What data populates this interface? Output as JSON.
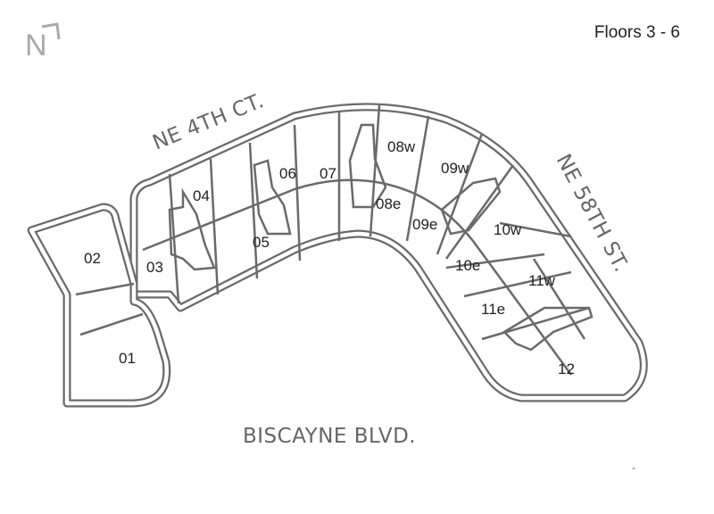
{
  "title": "Floors 3 - 6",
  "north_indicator": "N",
  "streets": {
    "north": "NE 4TH CT.",
    "east": "NE 58TH ST.",
    "south": "BISCAYNE BLVD."
  },
  "units": [
    "01",
    "02",
    "03",
    "04",
    "05",
    "06",
    "07",
    "08w",
    "08e",
    "09w",
    "09e",
    "10w",
    "10e",
    "11w",
    "11e",
    "12"
  ],
  "footer_mark": "-"
}
